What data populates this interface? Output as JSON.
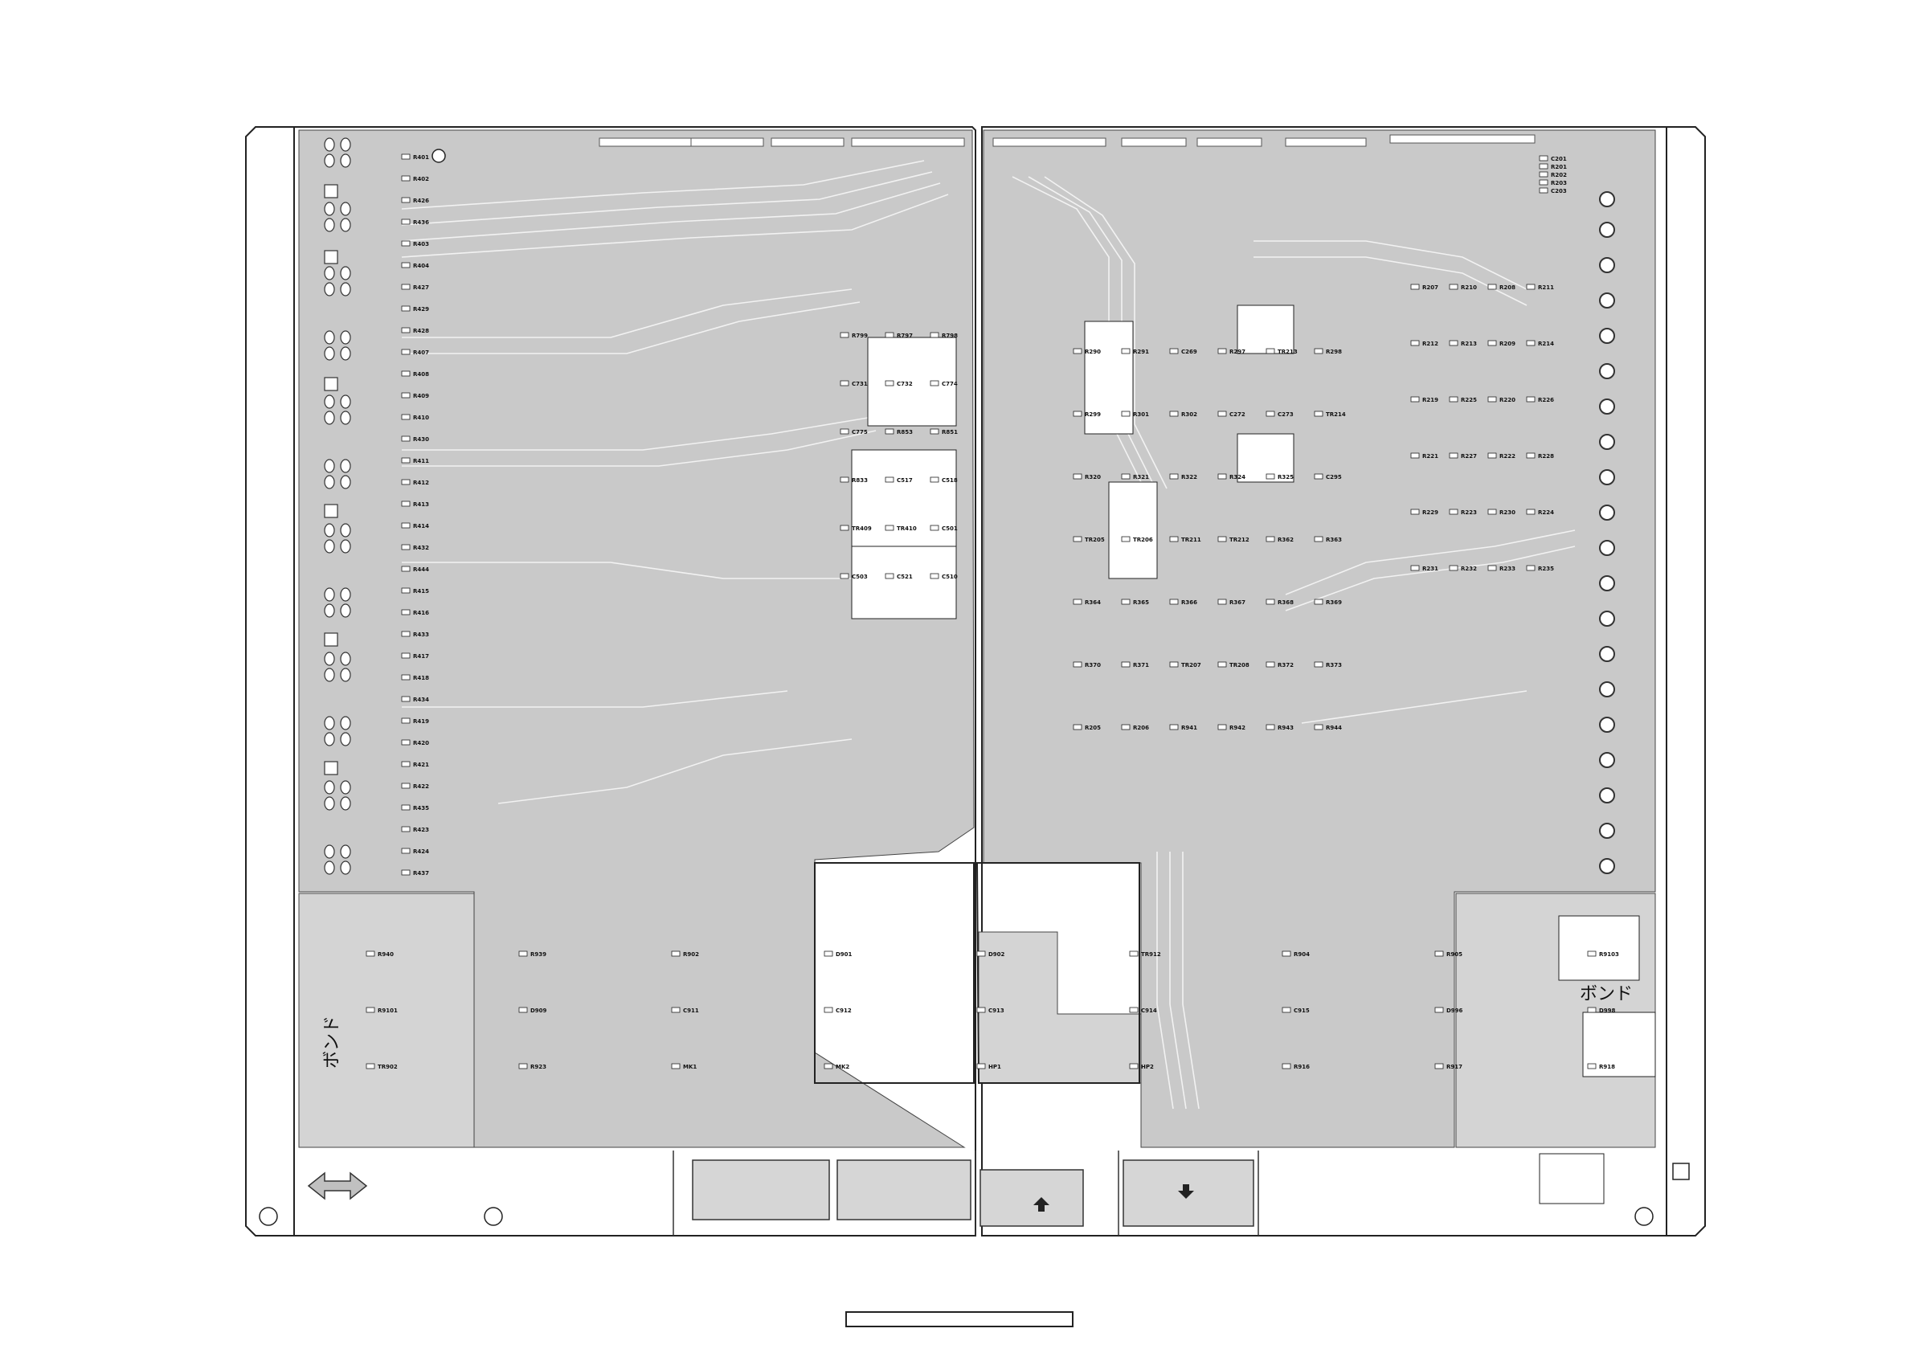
{
  "diagram": {
    "bond_label": "ボンド",
    "left_column_labels": [
      "R401",
      "R402",
      "R426",
      "R436",
      "R403",
      "R404",
      "R427",
      "R429",
      "R428",
      "R407",
      "R408",
      "R409",
      "R410",
      "R430",
      "R411",
      "R412",
      "R413",
      "R414",
      "R432",
      "R444",
      "R415",
      "R416",
      "R433",
      "R417",
      "R418",
      "R434",
      "R419",
      "R420",
      "R421",
      "R422",
      "R435",
      "R423",
      "R424",
      "R437"
    ],
    "top_right_labels": [
      "C201",
      "R201",
      "R202",
      "R203",
      "C203"
    ],
    "right_column_labels": [
      "R207",
      "R210",
      "R208",
      "R211",
      "R212",
      "R213",
      "R209",
      "R214",
      "R219",
      "R225",
      "R220",
      "R226",
      "R221",
      "R227",
      "R222",
      "R228",
      "R229",
      "R223",
      "R230",
      "R224",
      "R231",
      "R232",
      "R233",
      "R235"
    ],
    "center_labels": [
      "R290",
      "R291",
      "C269",
      "R297",
      "TR213",
      "R298",
      "R299",
      "R301",
      "R302",
      "C272",
      "C273",
      "TR214",
      "R320",
      "R321",
      "R322",
      "R324",
      "R325",
      "C295",
      "TR205",
      "TR206",
      "TR211",
      "TR212",
      "R362",
      "R363",
      "R364",
      "R365",
      "R366",
      "R367",
      "R368",
      "R369",
      "R370",
      "R371",
      "TR207",
      "TR208",
      "R372",
      "R373",
      "R205",
      "R206",
      "R941",
      "R942",
      "R943",
      "R944"
    ],
    "middle_labels": [
      "R799",
      "R797",
      "R798",
      "C731",
      "C732",
      "C774",
      "C775",
      "R853",
      "R851",
      "R833",
      "C517",
      "C518",
      "TR409",
      "TR410",
      "C501",
      "C503",
      "C521",
      "C510"
    ],
    "bottom_labels": [
      "R940",
      "R939",
      "R902",
      "D901",
      "D902",
      "TR912",
      "R904",
      "R905",
      "R9103",
      "R9101",
      "D909",
      "C911",
      "C912",
      "C913",
      "C914",
      "C915",
      "D996",
      "D998",
      "TR902",
      "R923",
      "MK1",
      "MK2",
      "HP1",
      "HP2",
      "R916",
      "R917",
      "R918"
    ],
    "title_box_text": ""
  }
}
